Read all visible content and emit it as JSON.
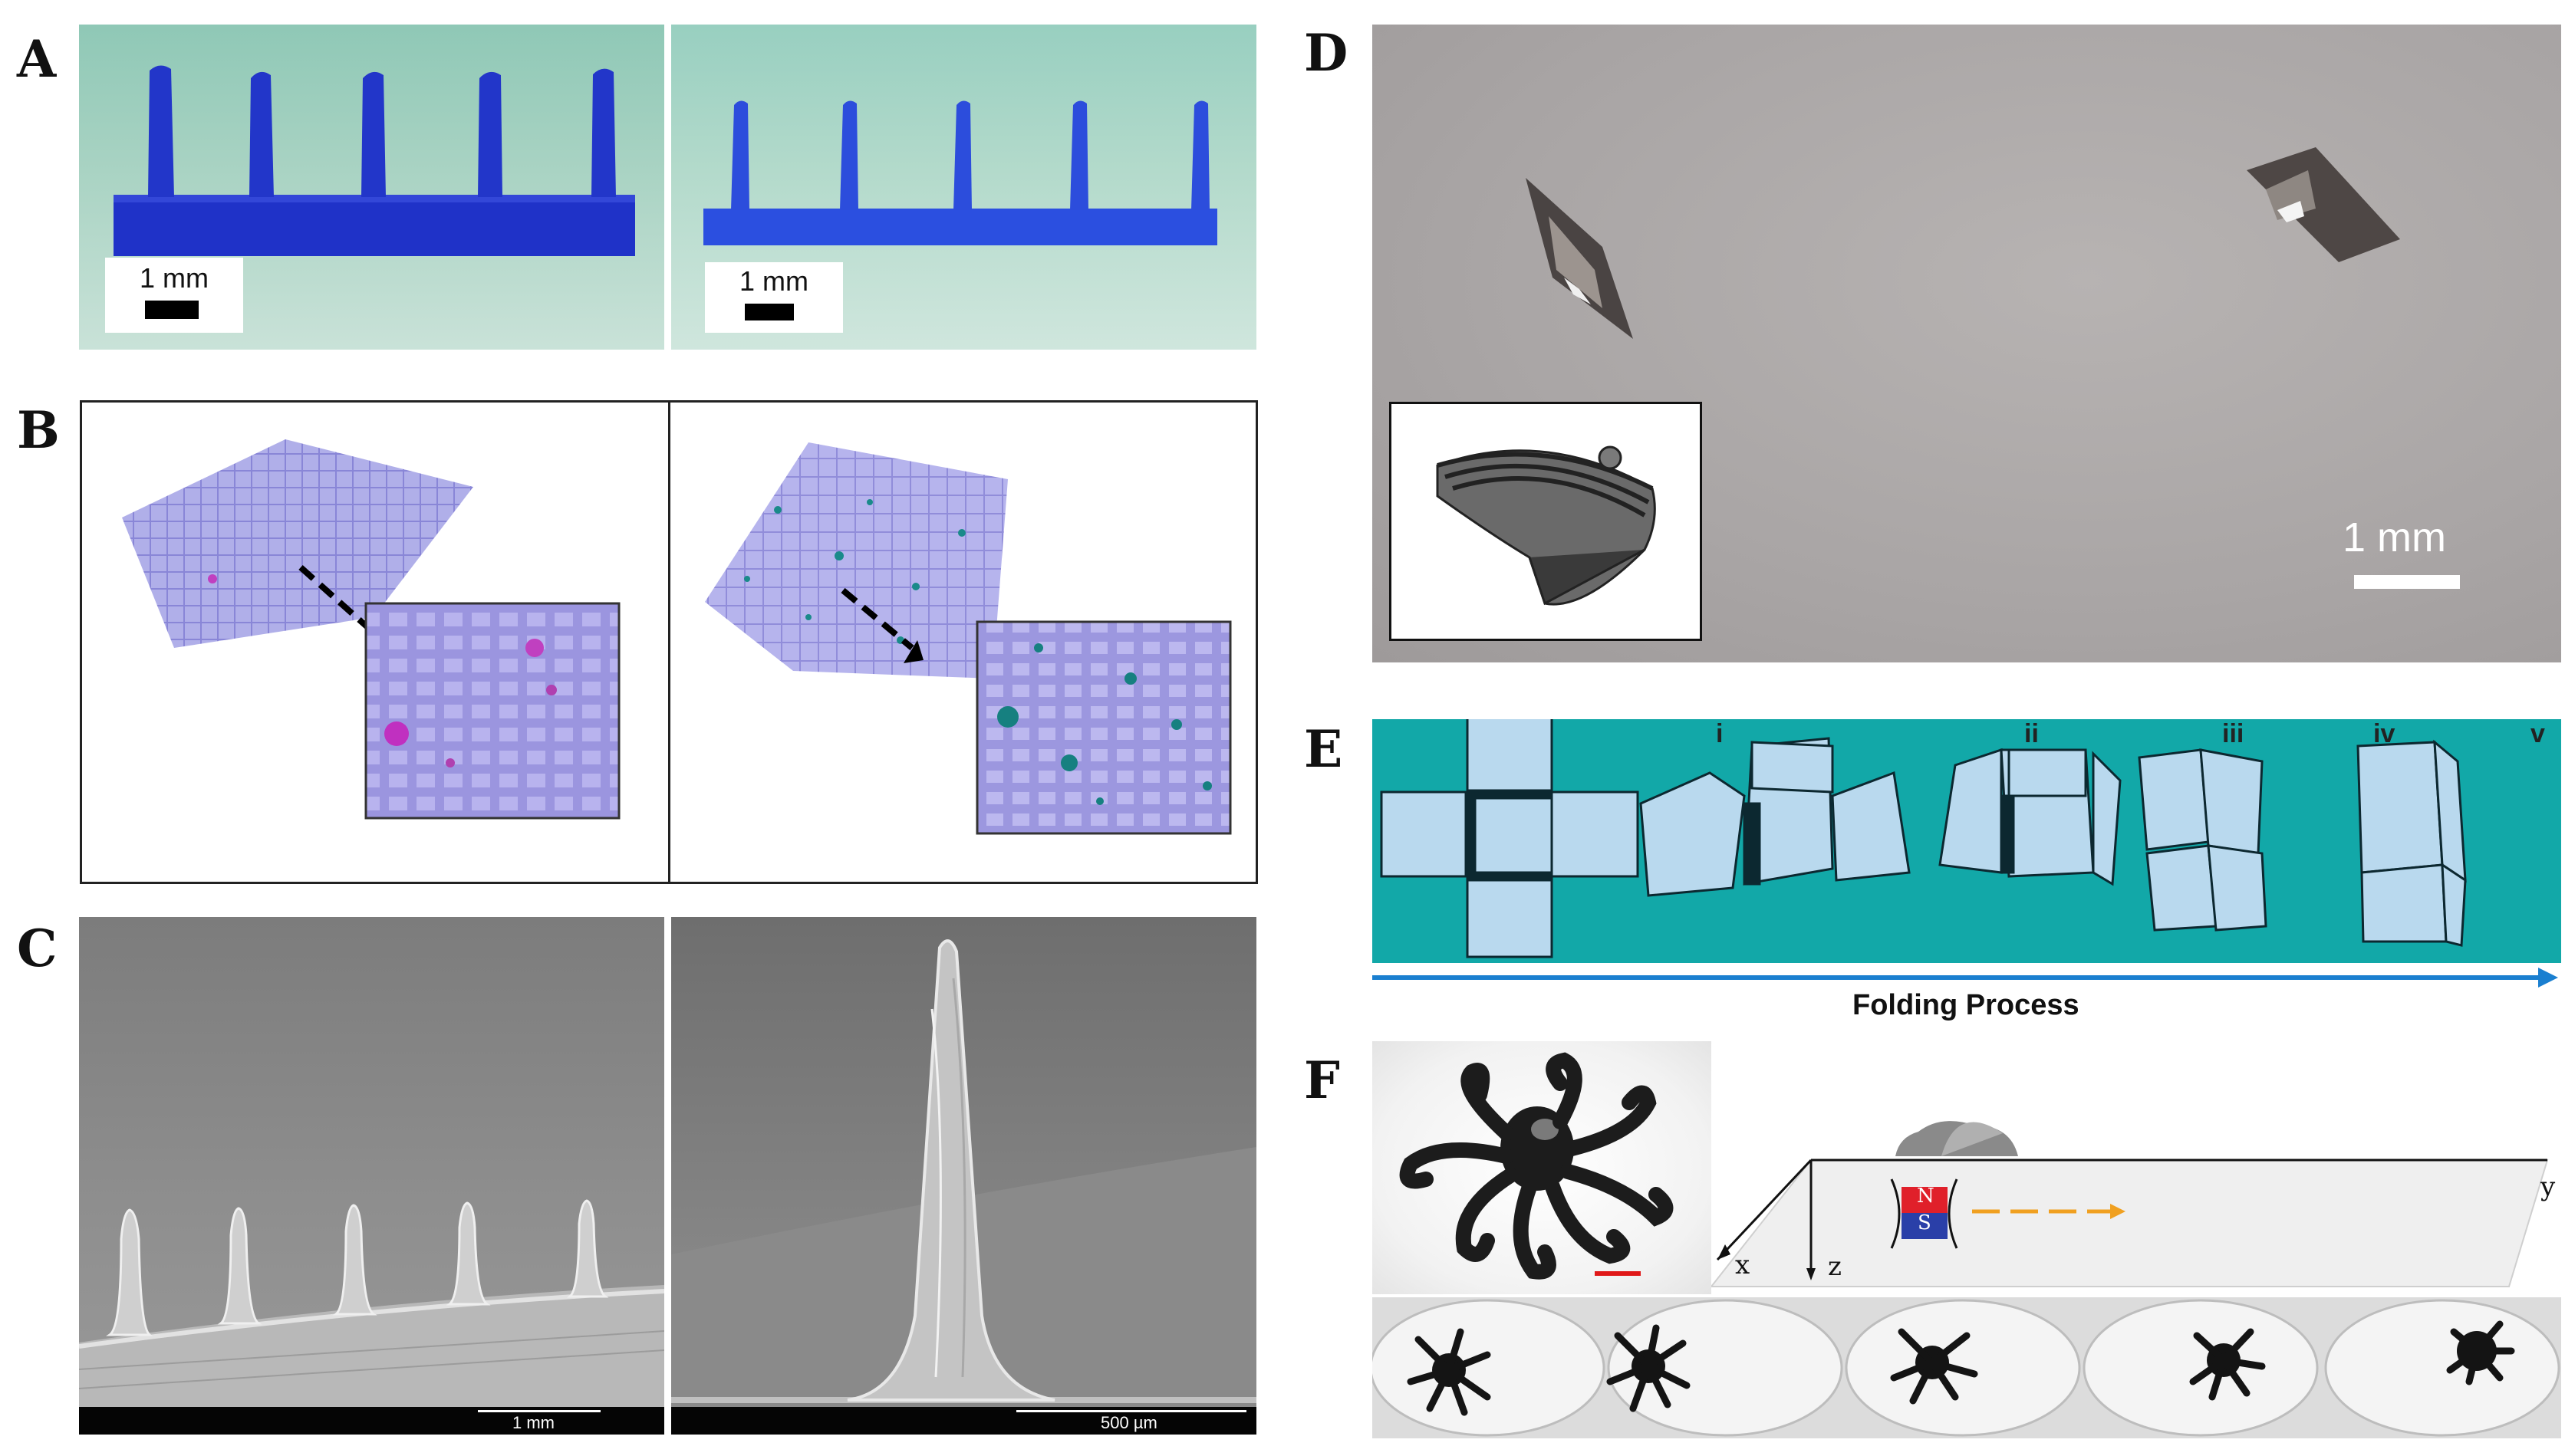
{
  "labels": {
    "A": "A",
    "B": "B",
    "C": "C",
    "D": "D",
    "E": "E",
    "F": "F"
  },
  "panel_a": {
    "scale_left": "1 mm",
    "scale_right": "1 mm"
  },
  "panel_c": {
    "scale_left": "1 mm",
    "scale_right": "500 µm"
  },
  "panel_d": {
    "scale": "1 mm"
  },
  "panel_e": {
    "steps": [
      "i",
      "ii",
      "iii",
      "iv",
      "v"
    ],
    "arrow_label": "Folding Process"
  },
  "panel_f": {
    "axis_y": "y",
    "axis_x": "x",
    "axis_z": "z",
    "magnet_n": "N",
    "magnet_s": "S"
  },
  "colors": {
    "resin_blue": "#1f32c8",
    "teal_bg": "#12a8a8",
    "arrow_blue": "#1a7fd0",
    "magnet_red": "#e0202a",
    "magnet_blue": "#2a3fa8",
    "path_orange": "#f0a020"
  }
}
